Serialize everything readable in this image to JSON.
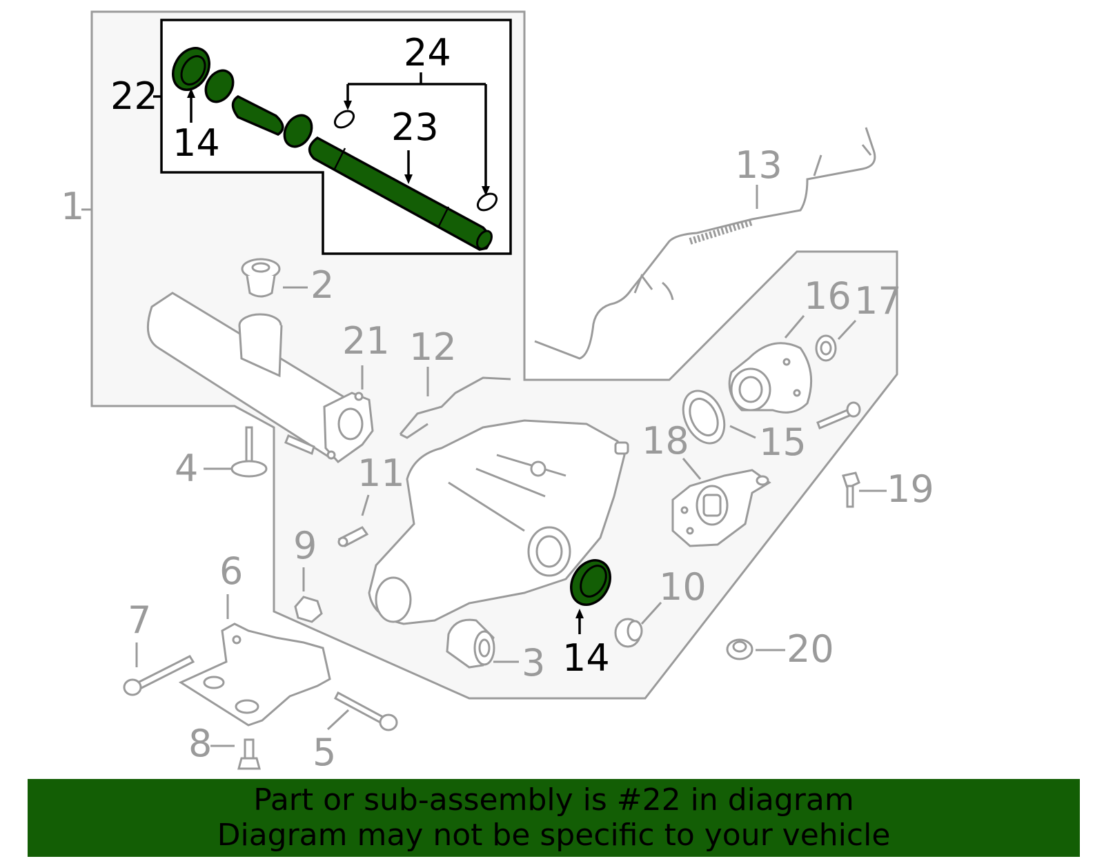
{
  "colors": {
    "highlight": "#135e05",
    "part_outline": "#9a9a9a",
    "group_fill": "#f7f7f7",
    "callout_text_gray": "#9a9a9a",
    "callout_text_black": "#000000",
    "banner_background": "#135e05"
  },
  "callouts": {
    "c1": "1",
    "c2": "2",
    "c3": "3",
    "c4": "4",
    "c5": "5",
    "c6": "6",
    "c7": "7",
    "c8": "8",
    "c9": "9",
    "c10": "10",
    "c11": "11",
    "c12": "12",
    "c13": "13",
    "c14_top": "14",
    "c14_bottom": "14",
    "c15": "15",
    "c16": "16",
    "c17": "17",
    "c18": "18",
    "c19": "19",
    "c20": "20",
    "c21": "21",
    "c22": "22",
    "c23": "23",
    "c24": "24"
  },
  "banner": {
    "line1": "Part or sub-assembly is #22 in diagram",
    "line2": "Diagram may not be specific to your vehicle"
  }
}
